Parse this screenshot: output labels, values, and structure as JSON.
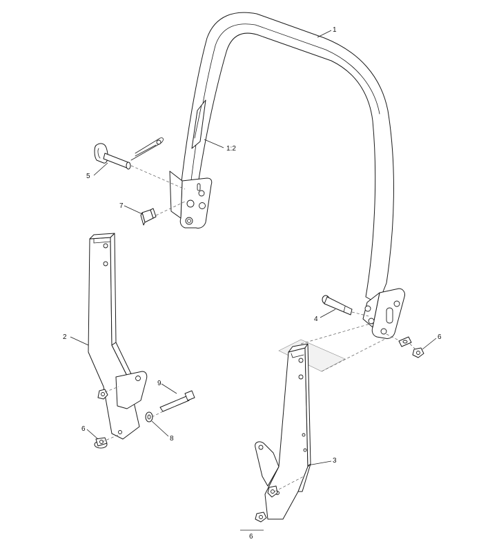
{
  "callouts": {
    "c1": "1",
    "c1_2": "1:2",
    "c2": "2",
    "c3": "3",
    "c4": "4",
    "c5": "5",
    "c6_right": "6",
    "c6_left": "6",
    "c6_bottom": "6",
    "c7": "7",
    "c8": "8",
    "c9": "9"
  },
  "colors": {
    "line": "#1a1a1a",
    "background": "#ffffff"
  }
}
